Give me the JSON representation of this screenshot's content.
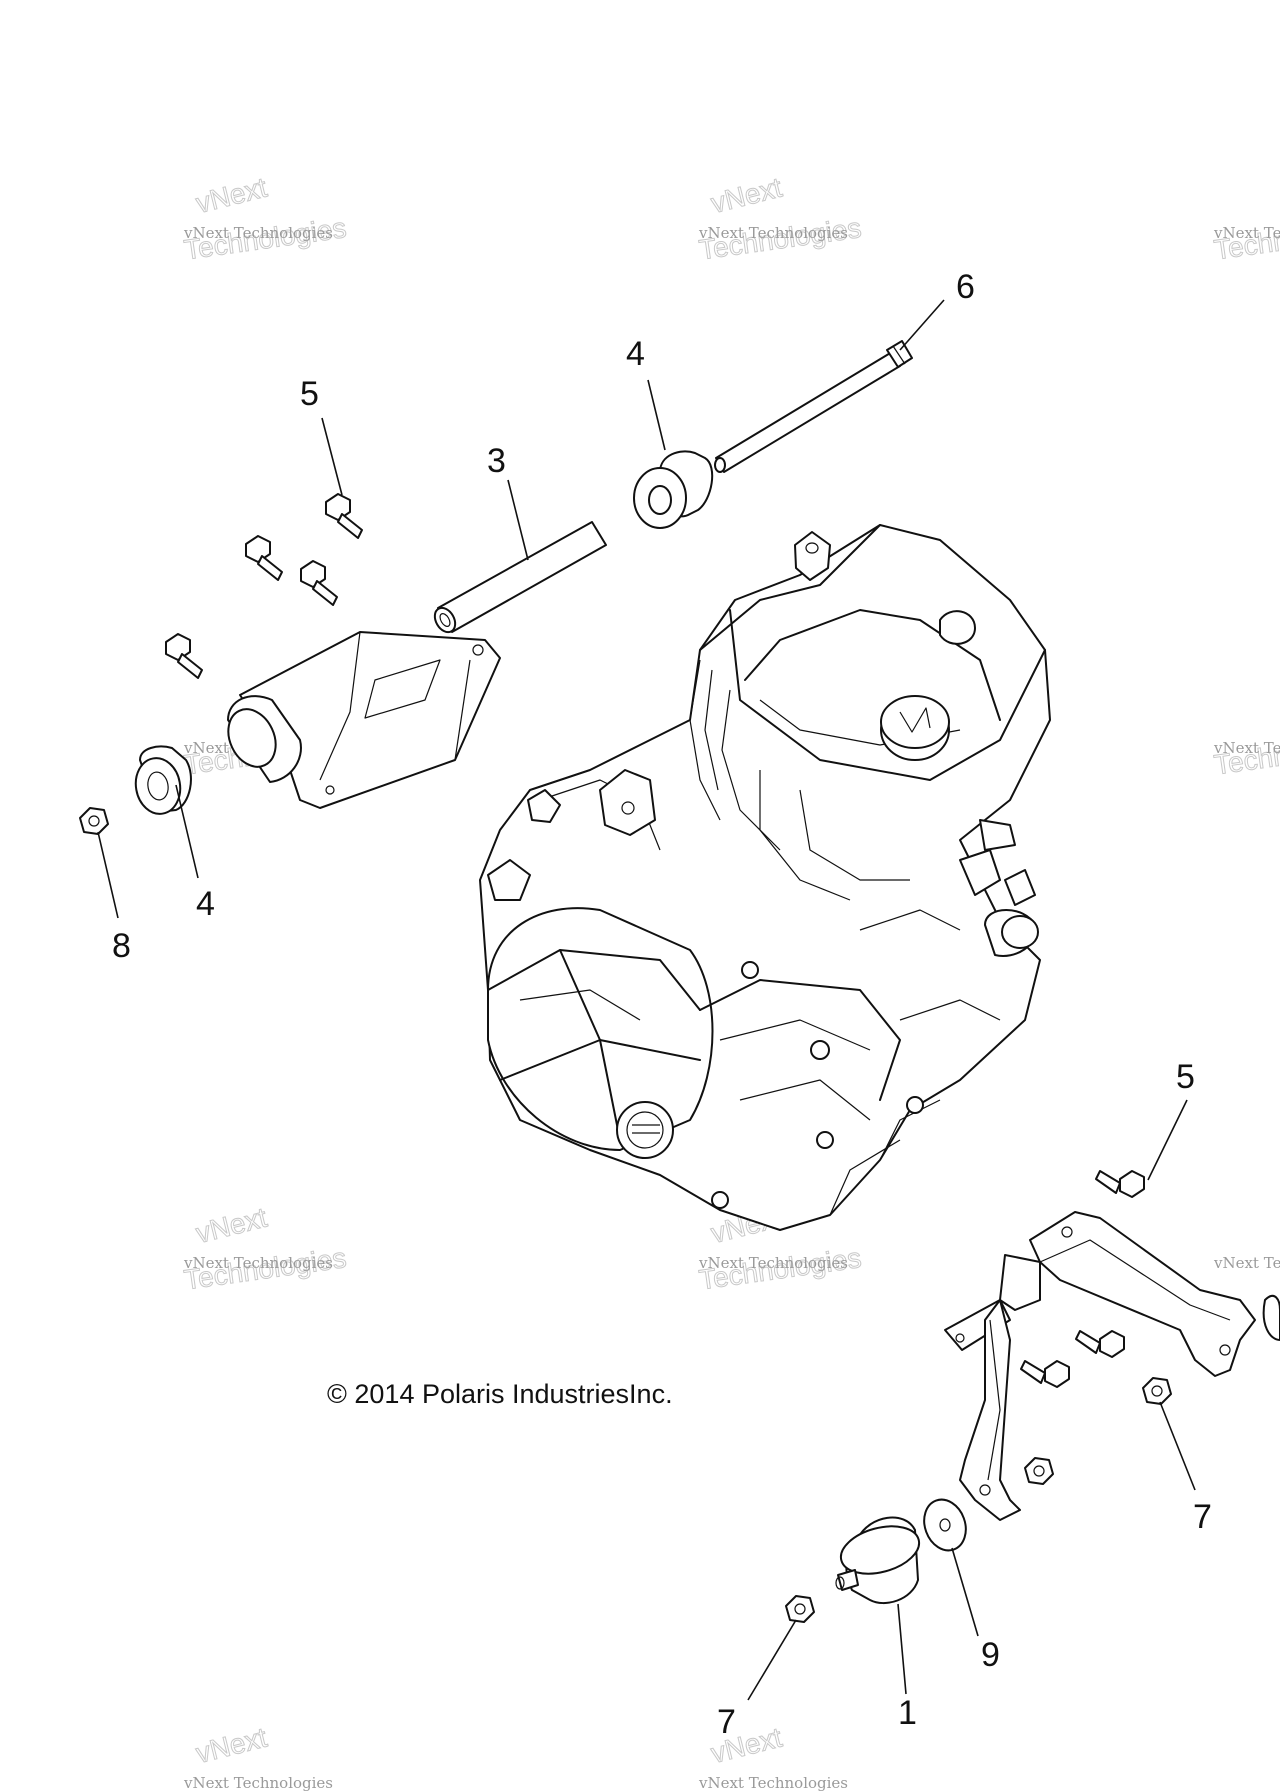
{
  "copyright": "© 2014 Polaris IndustriesInc.",
  "watermark": {
    "small": "vNext Technologies",
    "large": "Technologies",
    "arc": "vNext"
  },
  "callouts": [
    {
      "id": "c6",
      "label": "6"
    },
    {
      "id": "c4a",
      "label": "4"
    },
    {
      "id": "c5a",
      "label": "5"
    },
    {
      "id": "c3",
      "label": "3"
    },
    {
      "id": "c4b",
      "label": "4"
    },
    {
      "id": "c8",
      "label": "8"
    },
    {
      "id": "c5b",
      "label": "5"
    },
    {
      "id": "c7a",
      "label": "7"
    },
    {
      "id": "c9",
      "label": "9"
    },
    {
      "id": "c7b",
      "label": "7"
    },
    {
      "id": "c1",
      "label": "1"
    }
  ]
}
